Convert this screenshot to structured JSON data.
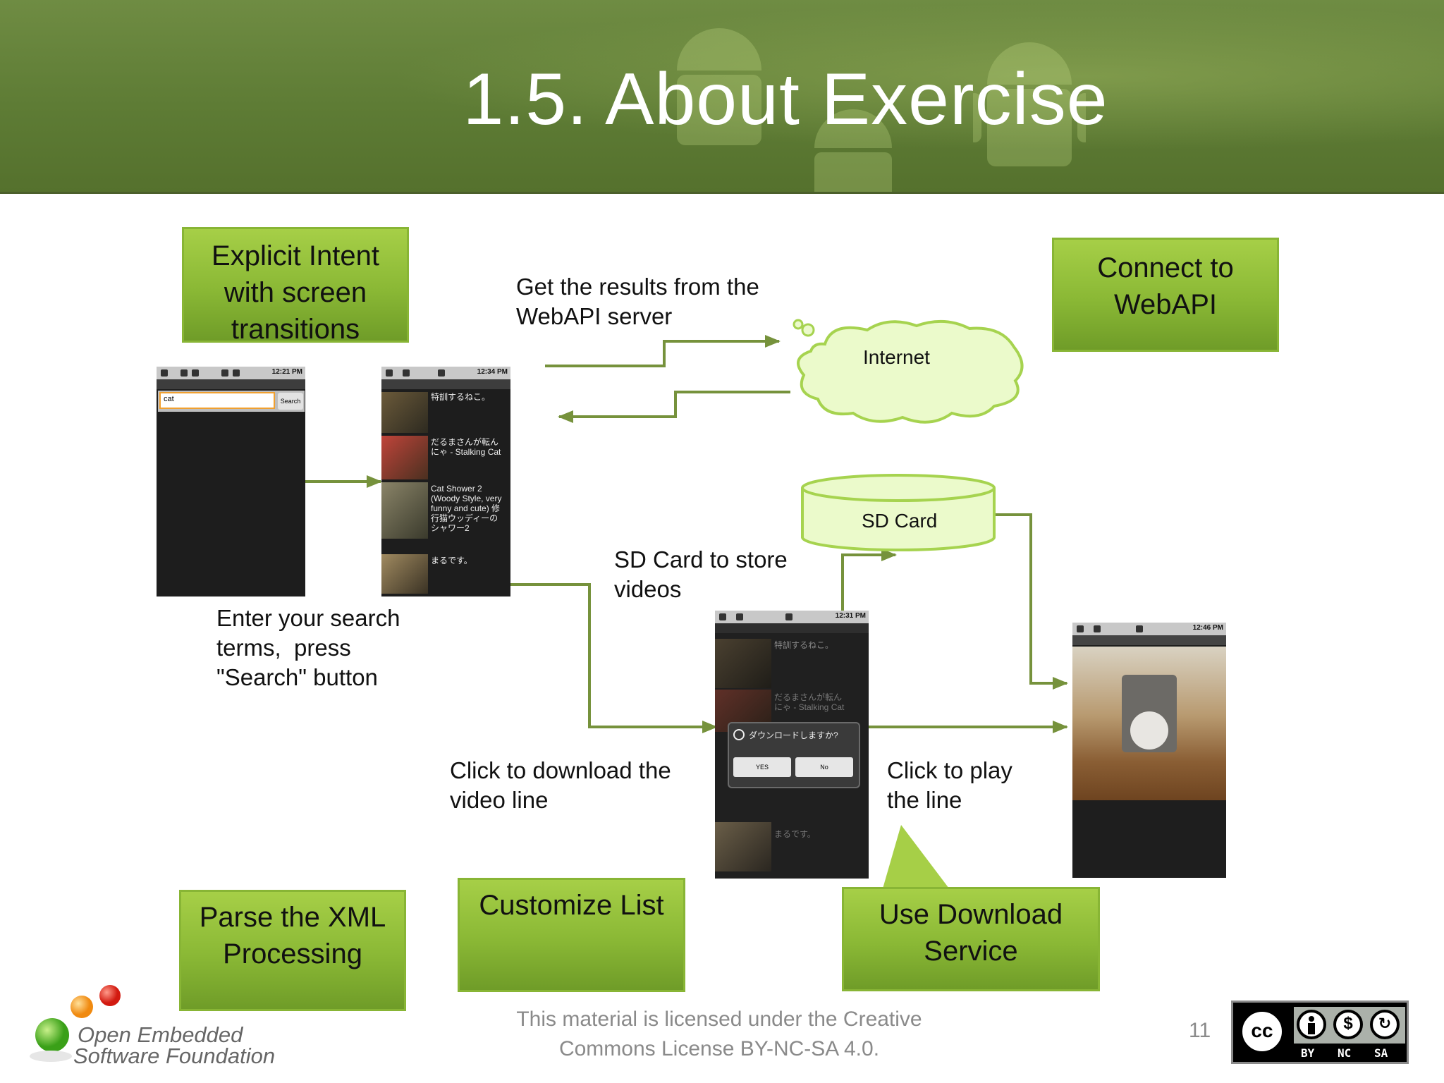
{
  "slide": {
    "title": "1.5. About Exercise",
    "page_number": "11",
    "license_line1": "This material is licensed under the Creative",
    "license_line2": "Commons License BY-NC-SA 4.0.",
    "cc_badge": {
      "cc": "cc",
      "by": "BY",
      "nc": "NC",
      "sa": "SA"
    }
  },
  "boxes": {
    "explicit_intent": [
      "Explicit Intent",
      "with screen",
      "transitions"
    ],
    "connect_webapi": [
      "Connect to",
      "WebAPI"
    ],
    "parse_xml": [
      "Parse the XML",
      "Processing"
    ],
    "customize_list": [
      "Customize List"
    ],
    "download_service": [
      "Use Download",
      "Service"
    ]
  },
  "labels": {
    "get_results": "Get the results from the\nWebAPI server",
    "internet": "Internet",
    "sd_card": "SD Card",
    "sd_store": "SD Card to store\nvideos",
    "enter_search": "Enter your search\nterms,  press\n\"Search\" button",
    "click_download": "Click to download the\nvideo line",
    "click_play": "Click to play\nthe line"
  },
  "logo": {
    "line1": "Open Embedded",
    "line2": "Software Foundation"
  },
  "phones": {
    "search": {
      "time": "12:21 PM",
      "query": "cat",
      "button": "Search"
    },
    "results": {
      "time": "12:34 PM",
      "rows": [
        "特訓するねこ。",
        "だるまさんが転ん\nにゃ - Stalking Cat",
        "Cat Shower 2\n(Woody Style, very\nfunny and cute) 修\n行猫ウッディーの\nシャワー2",
        "まるです。"
      ]
    },
    "download": {
      "time": "12:31 PM",
      "dialog_title": "ダウンロードしますか?",
      "yes": "YES",
      "no": "No"
    },
    "player": {
      "time": "12:46 PM"
    }
  },
  "colors": {
    "green_box": "#8ab835",
    "arrow": "#76923c",
    "cloud_fill": "#ebfacb",
    "cloud_stroke": "#a6d34f"
  }
}
